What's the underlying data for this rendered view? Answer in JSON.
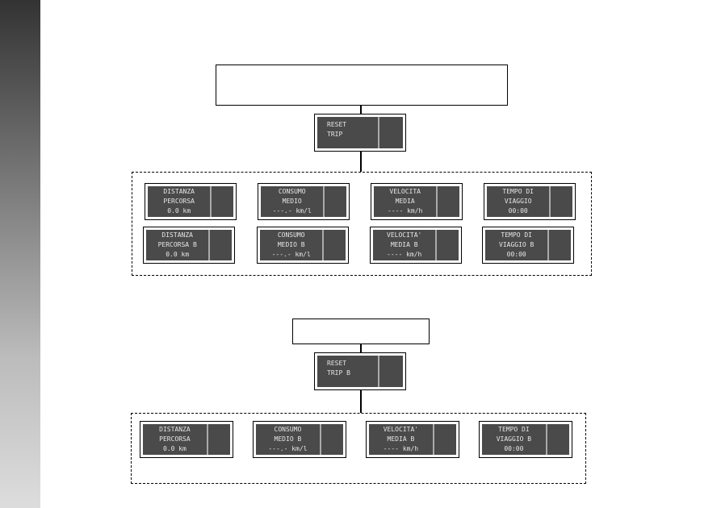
{
  "colors": {
    "card_fill": "#4a4a4a",
    "card_text": "#e6e6e6"
  },
  "section_a": {
    "title": "",
    "reset": [
      "RESET",
      "TRIP"
    ],
    "cards": [
      [
        "DISTANZA",
        "PERCORSA",
        "0.0 km"
      ],
      [
        "CONSUMO",
        "MEDIO",
        "---.- km/l"
      ],
      [
        "VELOCITA",
        "MEDIA",
        "---- km/h"
      ],
      [
        "TEMPO DI",
        "VIAGGIO",
        "00:00"
      ],
      [
        "DISTANZA",
        "PERCORSA B",
        "0.0 km"
      ],
      [
        "CONSUMO",
        "MEDIO B",
        "---.- km/l"
      ],
      [
        "VELOCITA'",
        "MEDIA B",
        "---- km/h"
      ],
      [
        "TEMPO DI",
        "VIAGGIO B",
        "00:00"
      ]
    ]
  },
  "section_b": {
    "title": "",
    "reset": [
      "RESET",
      "TRIP B"
    ],
    "cards": [
      [
        "DISTANZA",
        "PERCORSA",
        "0.0 km"
      ],
      [
        "CONSUMO",
        "MEDIO B",
        "---.- km/l"
      ],
      [
        "VELOCITA'",
        "MEDIA B",
        "---- km/h"
      ],
      [
        "TEMPO DI",
        "VIAGGIO B",
        "00:00"
      ]
    ]
  }
}
